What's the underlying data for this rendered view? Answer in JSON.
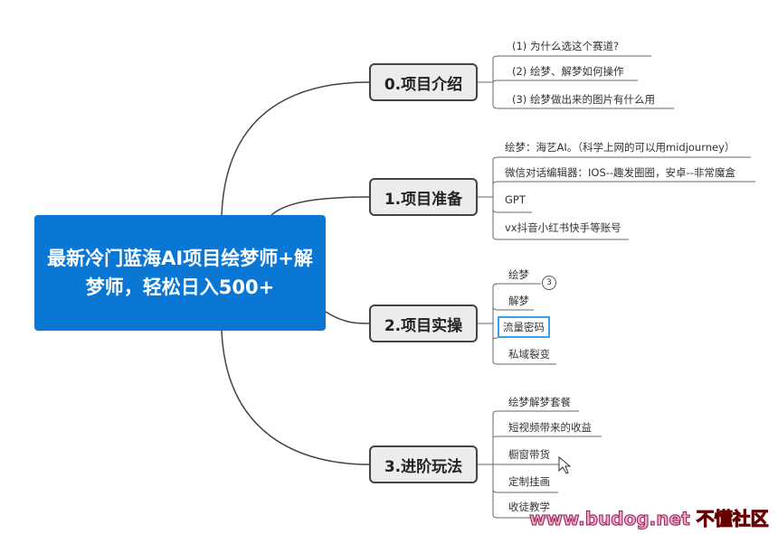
{
  "root": {
    "title": "最新冷门蓝海AI项目绘梦师+解梦师，轻松日入500+"
  },
  "branches": [
    {
      "label": "0.项目介绍",
      "items": [
        "(1) 为什么选这个赛道?",
        "(2) 绘梦、解梦如何操作",
        "(3) 绘梦做出来的图片有什么用"
      ]
    },
    {
      "label": "1.项目准备",
      "items": [
        "绘梦：海艺AI。（科学上网的可以用midjourney）",
        "微信对话编辑器：IOS--趣发圈圈，安卓--非常魔盒",
        "GPT",
        "vx抖音小红书快手等账号"
      ]
    },
    {
      "label": "2.项目实操",
      "items": [
        "绘梦",
        "解梦",
        "流量密码",
        "私域裂变"
      ],
      "badge": "3"
    },
    {
      "label": "3.进阶玩法",
      "items": [
        "绘梦解梦套餐",
        "短视频带来的收益",
        "橱窗带货",
        "定制挂画",
        "收徒教学"
      ]
    }
  ],
  "watermark": {
    "url": "www.budog.net",
    "name": "不懂社区"
  }
}
